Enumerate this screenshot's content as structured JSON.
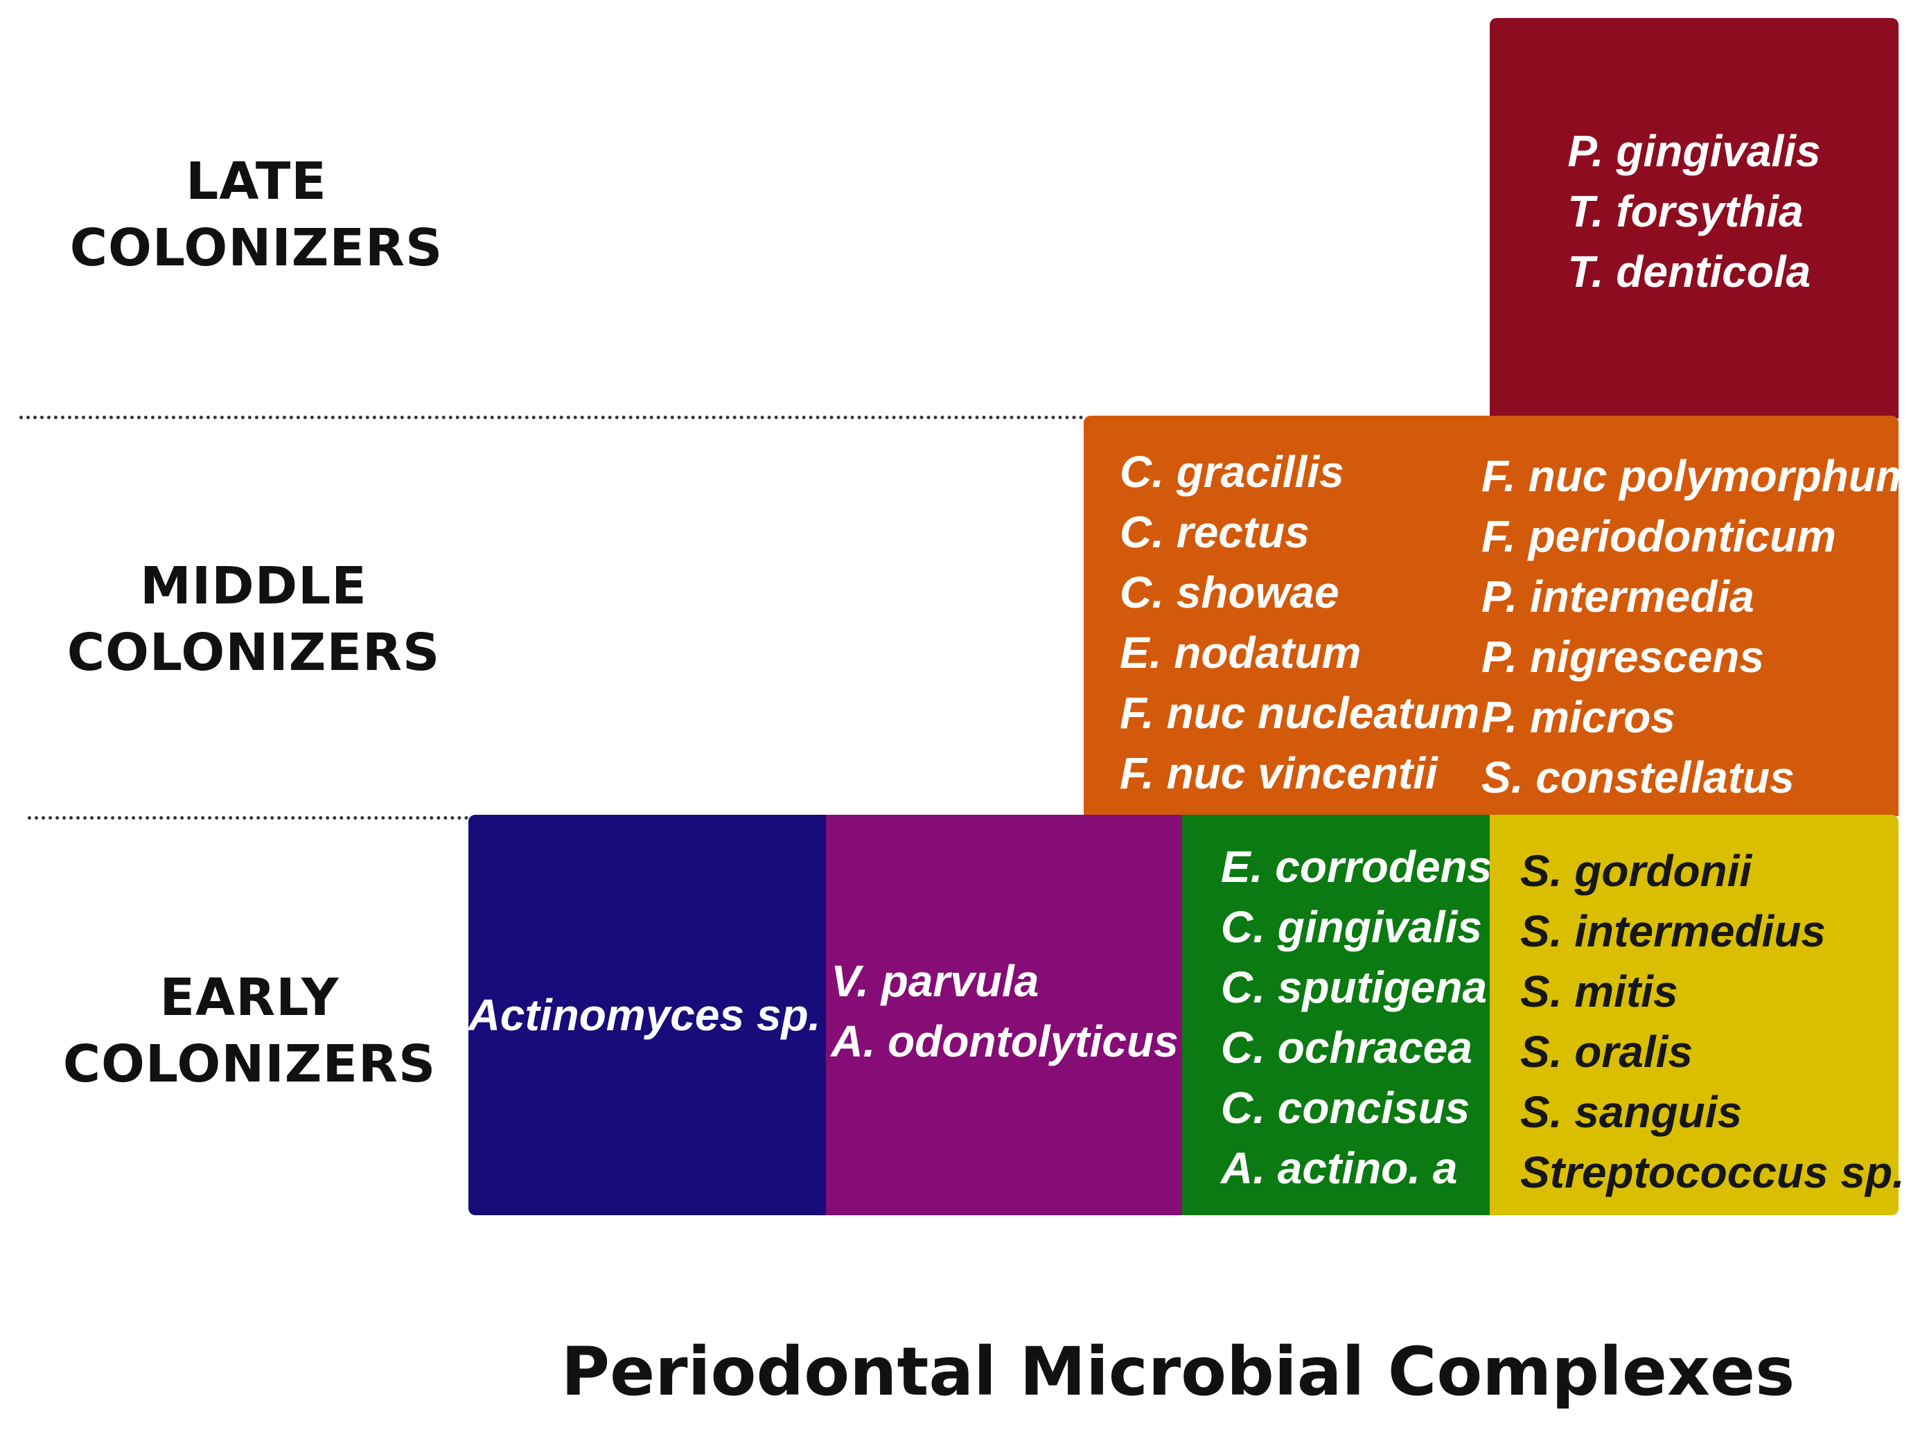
{
  "stages": {
    "late": [
      "LATE",
      "COLONIZERS"
    ],
    "middle": [
      "MIDDLE",
      "COLONIZERS"
    ],
    "early": [
      "EARLY",
      "COLONIZERS"
    ]
  },
  "complexes": {
    "red": {
      "color": "#8e0c1f",
      "species": [
        "P. gingivalis",
        "T. forsythia",
        "T. denticola"
      ]
    },
    "orange": {
      "color": "#d35a0b",
      "species_left": [
        "C. gracillis",
        "C. rectus",
        "C. showae",
        "E. nodatum",
        "F. nuc nucleatum",
        "F. nuc vincentii"
      ],
      "species_right": [
        "F. nuc polymorphum",
        "F. periodonticum",
        "P. intermedia",
        "P. nigrescens",
        "P. micros",
        "S. constellatus"
      ]
    },
    "blue": {
      "color": "#180c7a",
      "species": [
        "Actinomyces sp."
      ]
    },
    "purple": {
      "color": "#860d76",
      "species": [
        "V. parvula",
        "A. odontolyticus"
      ]
    },
    "green": {
      "color": "#0b7a12",
      "species": [
        "E. corrodens",
        "C. gingivalis",
        "C. sputigena",
        "C. ochracea",
        "C. concisus",
        "A. actino. a"
      ]
    },
    "yellow": {
      "color": "#d9bf00",
      "species": [
        "S. gordonii",
        "S. intermedius",
        "S. mitis",
        "S. oralis",
        "S. sanguis",
        "Streptococcus sp."
      ]
    }
  },
  "title": "Periodontal Microbial Complexes"
}
